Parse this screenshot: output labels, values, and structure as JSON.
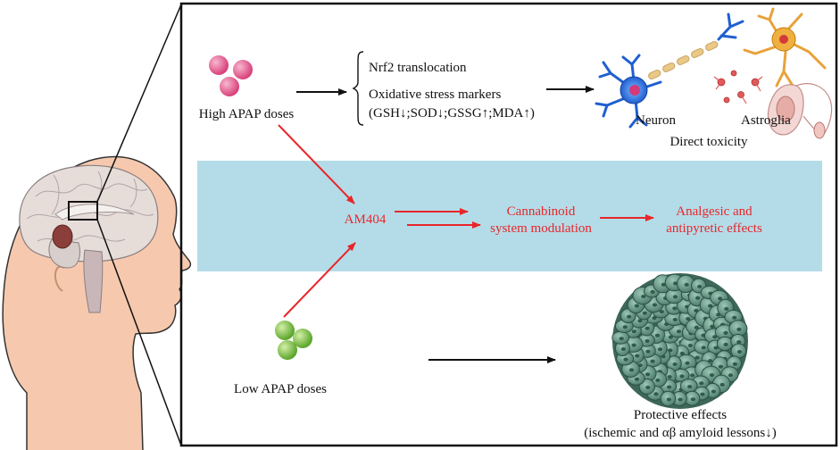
{
  "colors": {
    "accent_red": "#e8262a",
    "band": "#b4dce8",
    "skin": "#f6c9ae",
    "pill_high": "#e5588a",
    "pill_low": "#7cc043",
    "tumor": "#5f8f7f"
  },
  "high_dose": {
    "label": "High APAP doses"
  },
  "low_dose": {
    "label": "Low APAP doses"
  },
  "mechanism": {
    "line1": "Nrf2 translocation",
    "line2": "Oxidative stress markers",
    "line3": "(GSH↓;SOD↓;GSSG↑;MDA↑)"
  },
  "cells": {
    "neuron": "Neuron",
    "astroglia": "Astroglia",
    "direct_toxicity": "Direct toxicity"
  },
  "pathway": {
    "am404": "AM404",
    "cannabinoid_line1": "Cannabinoid",
    "cannabinoid_line2": "system modulation",
    "effects_line1": "Analgesic and",
    "effects_line2": "antipyretic effects"
  },
  "protective": {
    "line1": "Protective effects",
    "line2": "(ischemic and αβ amyloid lessons↓)"
  }
}
